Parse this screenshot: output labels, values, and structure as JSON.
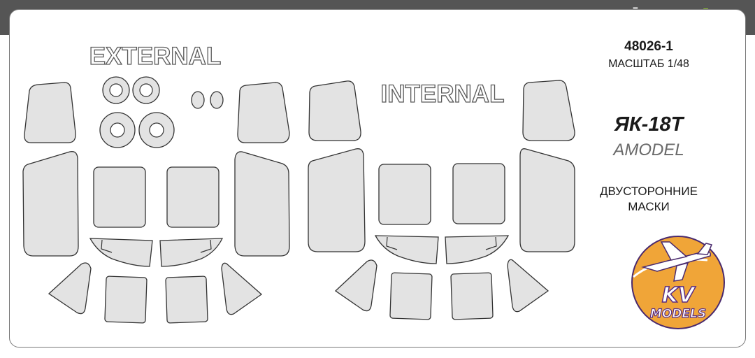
{
  "watermark": {
    "part1": "scale",
    "part2": "mates",
    "color1": "#b9b9b9",
    "color2": "#8bb839"
  },
  "sheet": {
    "section_external": "EXTERNAL",
    "section_internal": "INTERNAL"
  },
  "info": {
    "product_code": "48026-1",
    "scale": "МАСШТАБ 1/48",
    "model": "ЯК-18Т",
    "manufacturer": "AMODEL",
    "description_line1": "ДВУСТОРОННИЕ",
    "description_line2": "МАСКИ"
  },
  "logo": {
    "line1": "KV",
    "line2": "MODELS",
    "background_color": "#f0a538",
    "text_color": "#5a2d82"
  },
  "colors": {
    "mask_fill": "#e3e3e3",
    "mask_stroke": "#333333",
    "header_bar": "#555555"
  }
}
